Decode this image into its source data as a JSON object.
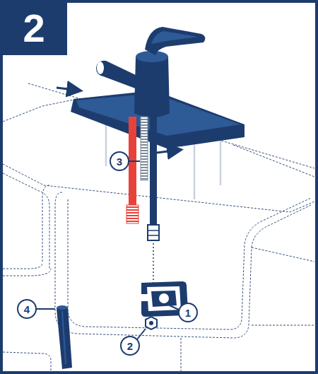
{
  "diagram": {
    "labels": [
      "2",
      "3",
      "1",
      "4",
      "2"
    ]
  }
}
